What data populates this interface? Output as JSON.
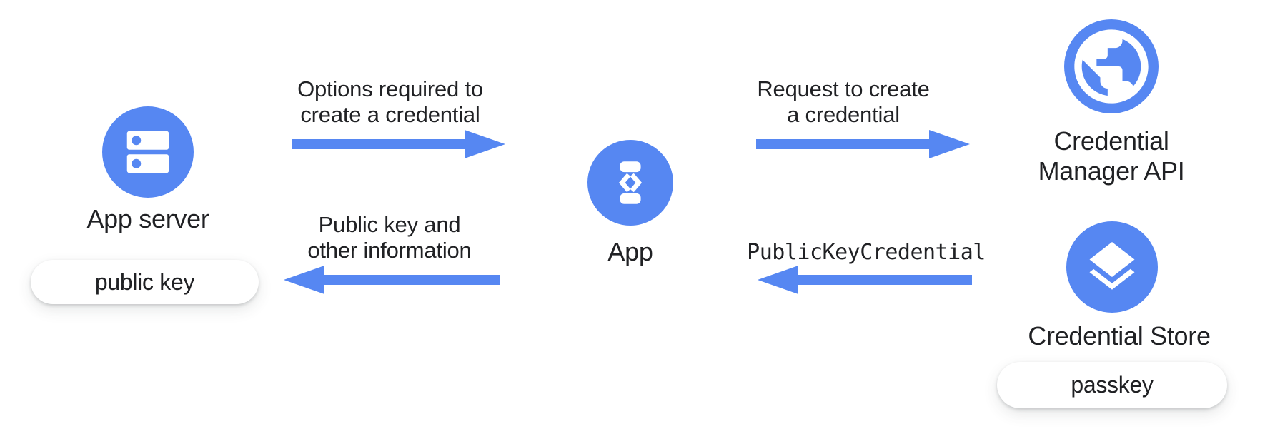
{
  "colors": {
    "blue": "#5687F2",
    "text": "#202124",
    "pill_background": "#FFFFFF"
  },
  "nodes": {
    "app_server": {
      "label": "App server",
      "icon": "server-icon",
      "badge": "public key"
    },
    "app": {
      "label": "App",
      "icon": "phone-code-icon"
    },
    "credential_manager_api": {
      "label_line1": "Credential",
      "label_line2": "Manager API",
      "icon": "globe-icon"
    },
    "credential_store": {
      "label": "Credential Store",
      "icon": "layers-icon",
      "badge": "passkey"
    }
  },
  "flows": {
    "options": {
      "line1": "Options required to",
      "line2": "create a credential",
      "direction": "right"
    },
    "return_info": {
      "line1": "Public key and",
      "line2": "other information",
      "direction": "left"
    },
    "request": {
      "line1": "Request to create",
      "line2": "a credential",
      "direction": "right"
    },
    "public_key_credential": {
      "label": "PublicKeyCredential",
      "direction": "left"
    }
  }
}
